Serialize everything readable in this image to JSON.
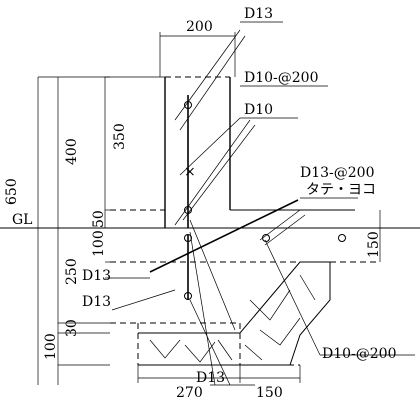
{
  "labels": {
    "top_bar": "D13",
    "wall_bar": "D10-@200",
    "wall_bar2": "D10",
    "slab_bar": "D13-@200",
    "slab_bar_dir": "タテ・ヨコ",
    "left_bar_upper": "D13",
    "left_bar_lower": "D13",
    "bottom_bar": "D13",
    "footing_bar": "D10-@200",
    "ground_level": "GL"
  },
  "dimensions": {
    "wall_width": "200",
    "total_height": "650",
    "above_gl_height": "400",
    "wall_inner_height": "350",
    "slab_step": "50",
    "slab_100": "100",
    "below_gl": "250",
    "footing_30": "30",
    "footing_100": "100",
    "slab_150": "150",
    "bottom_270": "270",
    "bottom_150": "150"
  }
}
